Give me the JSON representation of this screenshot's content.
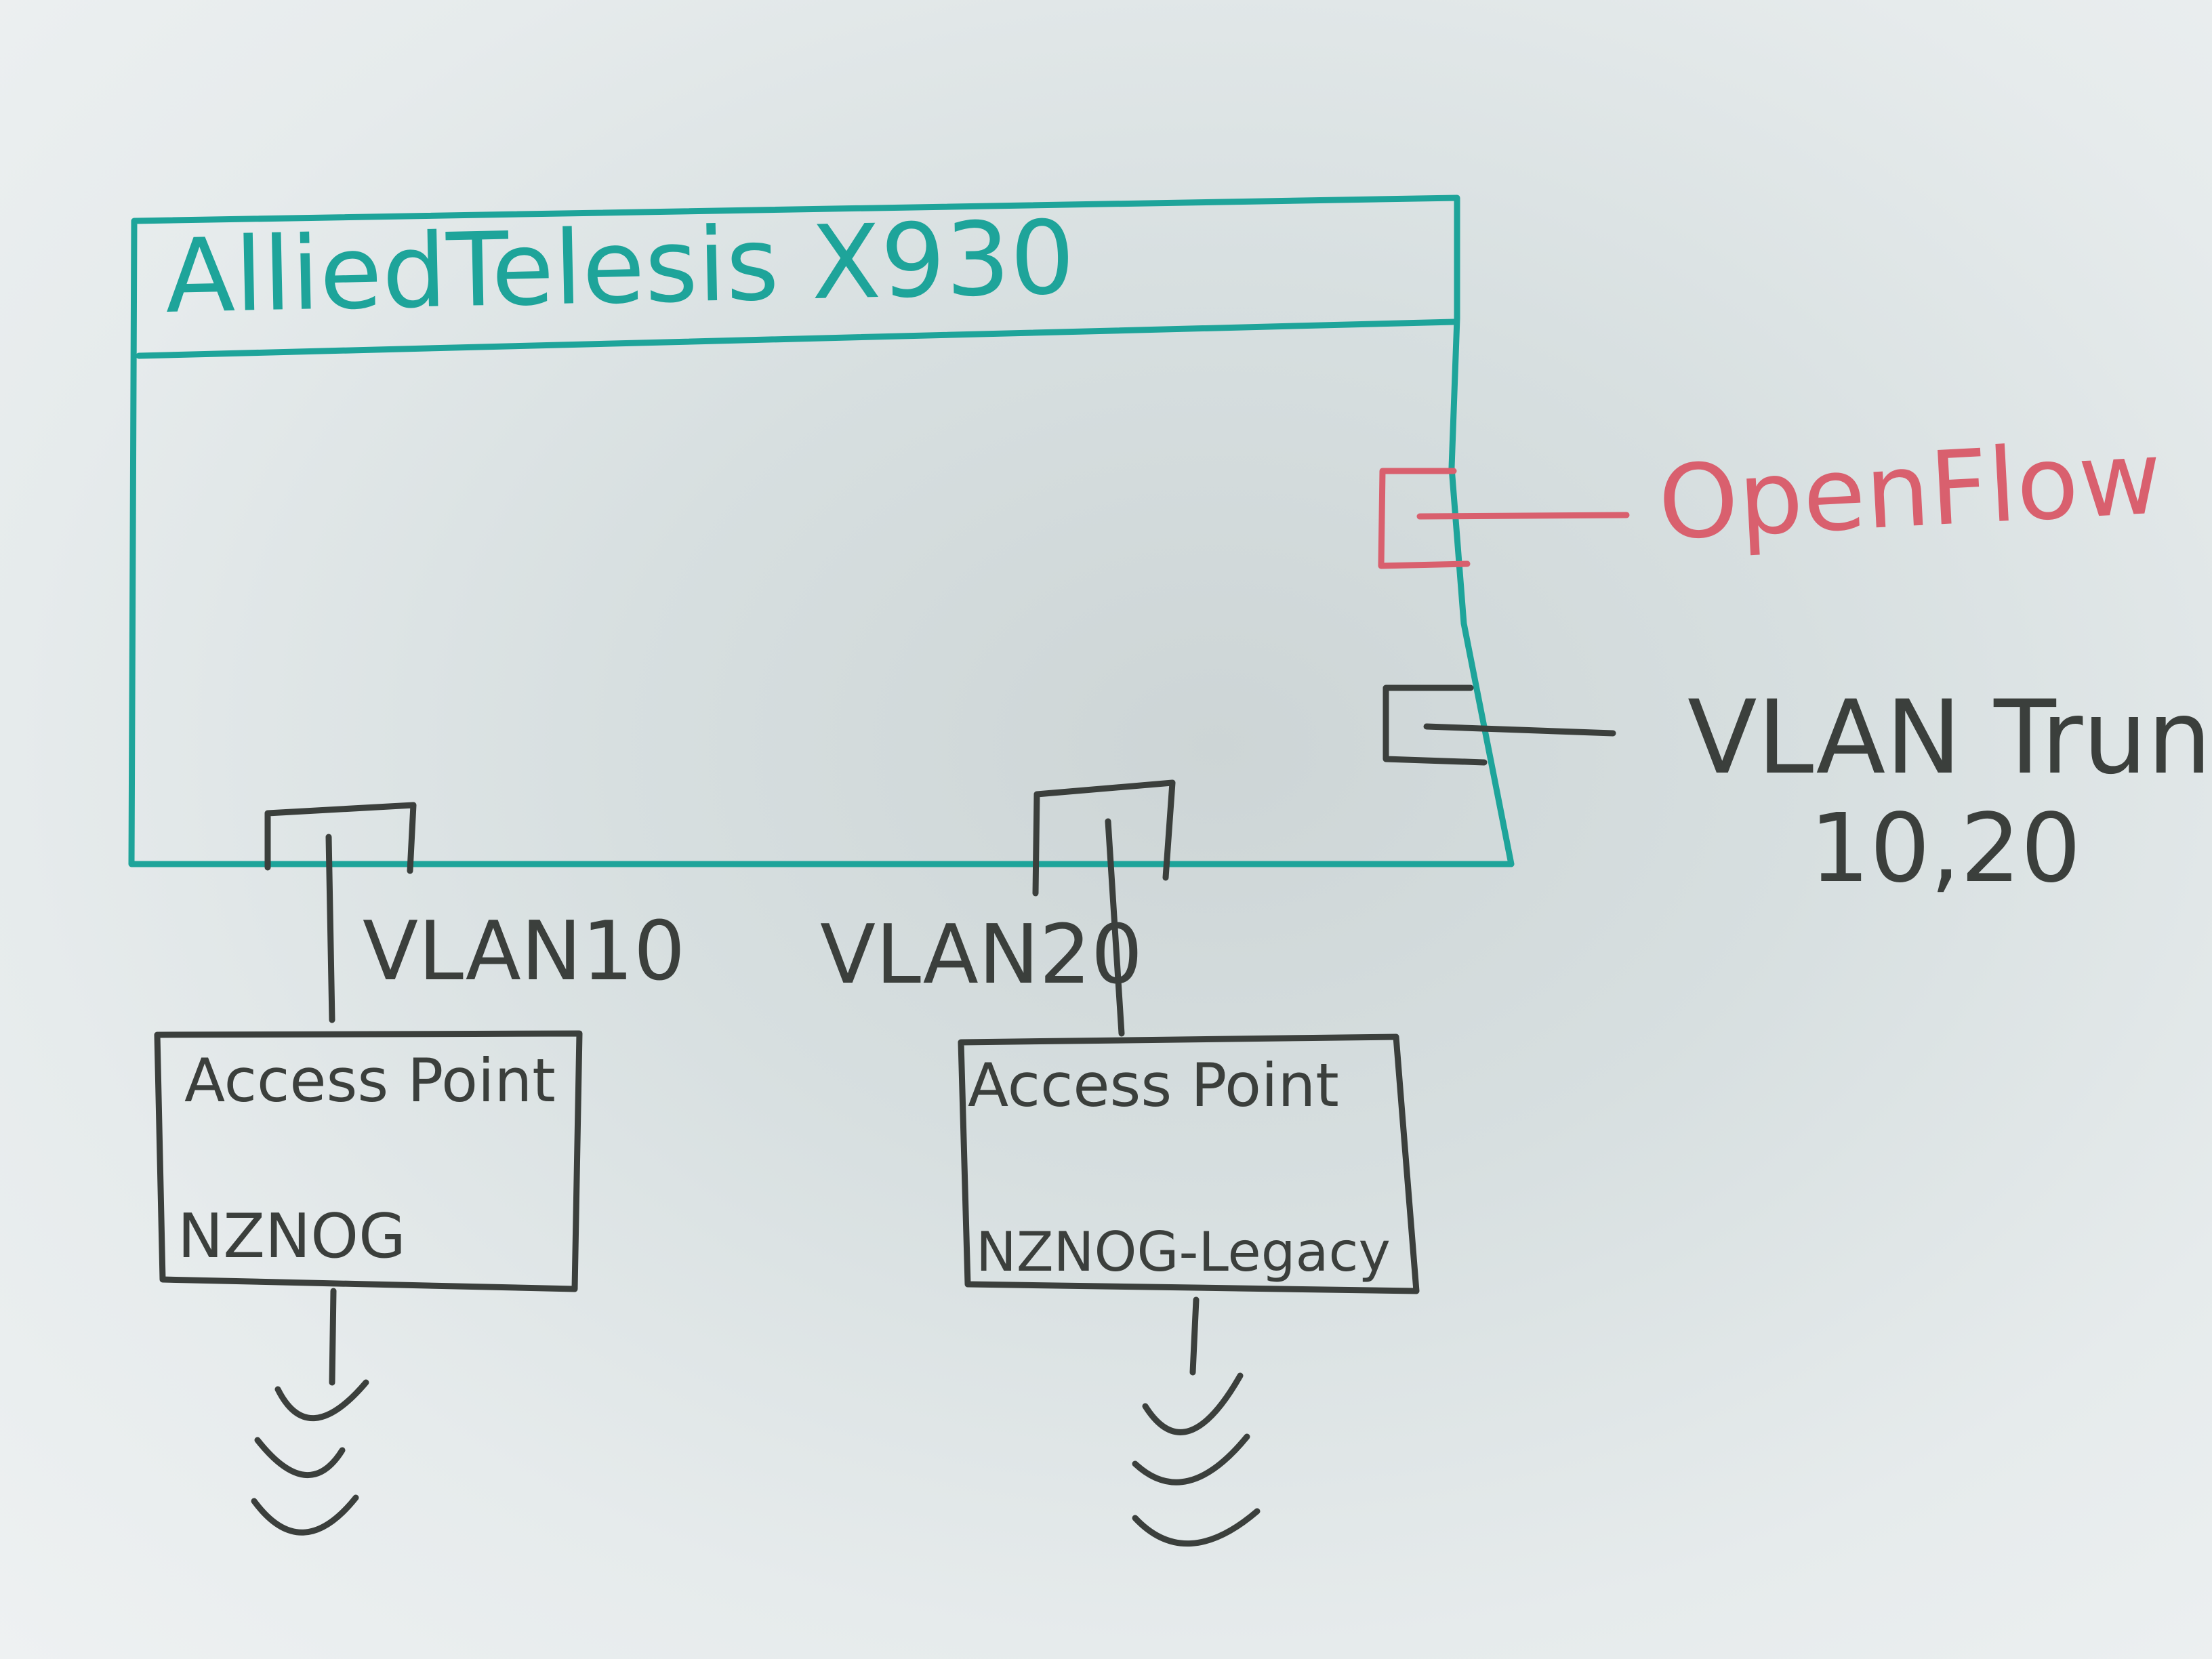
{
  "colors": {
    "switch": "#1ea49a",
    "openflow": "#d9606e",
    "marker": "#3b3f3c",
    "board": "#d7dfe0"
  },
  "switch": {
    "title": "AlliedTelesis X930"
  },
  "ports": {
    "openflow_label": "OpenFlow",
    "trunk_label_line1": "VLAN Trunk",
    "trunk_label_line2": "10,20"
  },
  "links": {
    "vlan_left": "VLAN10",
    "vlan_right": "VLAN20"
  },
  "access_points": [
    {
      "title": "Access Point",
      "ssid": "NZNOG"
    },
    {
      "title": "Access Point",
      "ssid": "NZNOG-Legacy"
    }
  ],
  "icons": {
    "wifi_left": "wifi-signal-icon",
    "wifi_right": "wifi-signal-icon"
  }
}
